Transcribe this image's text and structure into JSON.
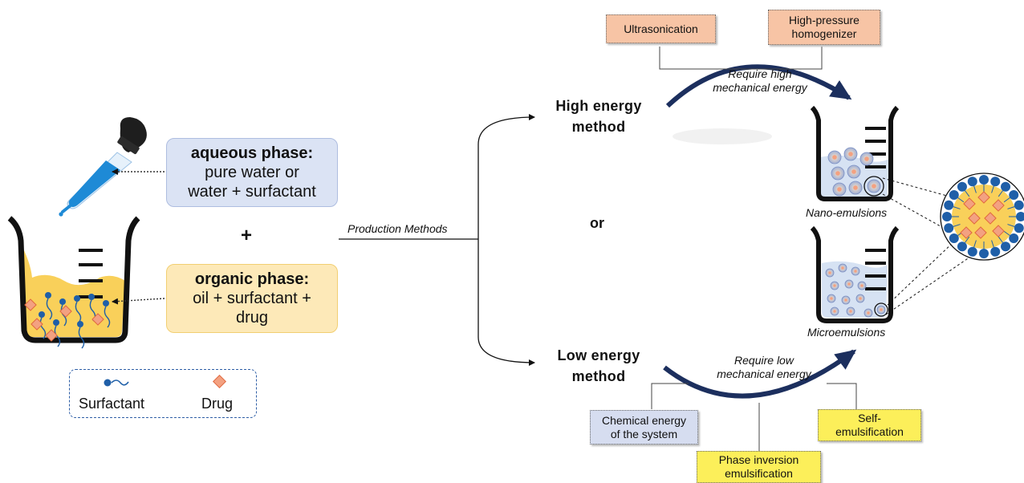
{
  "phases": {
    "aqueous": {
      "title": "aqueous phase:",
      "line1": "pure water or",
      "line2": "water + surfactant"
    },
    "plus": "+",
    "organic": {
      "title": "organic phase:",
      "line1": "oil + surfactant +",
      "line2": "drug"
    }
  },
  "legend": {
    "surfactant": "Surfactant",
    "drug": "Drug"
  },
  "production_label": "Production Methods",
  "high": {
    "line1": "High energy",
    "line2": "method",
    "note1": "Require high",
    "note2": "mechanical energy",
    "tags": [
      {
        "text": "Ultrasonication"
      },
      {
        "line1": "High-pressure",
        "line2": "homogenizer"
      }
    ]
  },
  "or_label": "or",
  "low": {
    "line1": "Low energy",
    "line2": "method",
    "note1": "Require low",
    "note2": "mechanical energy",
    "tags": [
      {
        "line1": "Chemical energy",
        "line2": "of the system"
      },
      {
        "line1": "Phase inversion",
        "line2": "emulsification"
      },
      {
        "line1": "Self-",
        "line2": "emulsification"
      }
    ]
  },
  "results": {
    "nano": "Nano-emulsions",
    "micro": "Microemulsions"
  },
  "colors": {
    "aqueous_fill": "#dbe3f4",
    "organic_fill": "#fde9b8",
    "oil": "#f9d05a",
    "surfactant": "#1f5fa8",
    "drug": "#f3a181",
    "arrow": "#1c2f5e",
    "beaker": "#111111"
  }
}
